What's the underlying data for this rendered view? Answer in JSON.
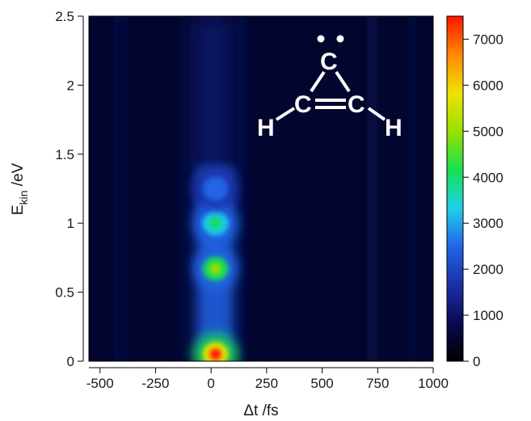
{
  "chart_data": [
    {
      "type": "heatmap",
      "title": "",
      "xlabel": "Δt /fs",
      "ylabel": {
        "main": "E",
        "sub": "kin",
        "rest": " /eV"
      },
      "xlim": [
        -550,
        1000
      ],
      "ylim": [
        0,
        2.5
      ],
      "x_ticks": [
        -500,
        -250,
        0,
        250,
        500,
        750,
        1000
      ],
      "x_tick_labels": [
        "-500",
        "-250",
        "0",
        "250",
        "500",
        "750",
        "1000"
      ],
      "y_ticks": [
        0,
        0.5,
        1,
        1.5,
        2,
        2.5
      ],
      "y_tick_labels": [
        "0",
        "0.5",
        "1",
        "1.5",
        "2",
        "2.5"
      ],
      "colorbar": {
        "range": [
          0,
          7500
        ],
        "ticks": [
          0,
          1000,
          2000,
          3000,
          4000,
          5000,
          6000,
          7000
        ],
        "tick_labels": [
          "0",
          "1000",
          "2000",
          "3000",
          "4000",
          "5000",
          "6000",
          "7000"
        ],
        "colormap": [
          "#000000",
          "#0a0a50",
          "#1b2fa8",
          "#2166e8",
          "#1fd0e8",
          "#18e050",
          "#9ae000",
          "#f0e000",
          "#ff8800",
          "#ff1500"
        ]
      },
      "background_color": "#02062e",
      "peaks": [
        {
          "delay_fs": 20,
          "energy_eV": 0.05,
          "intensity": 7400
        },
        {
          "delay_fs": 20,
          "energy_eV": 0.67,
          "intensity": 4900
        },
        {
          "delay_fs": 20,
          "energy_eV": 1.0,
          "intensity": 3900
        },
        {
          "delay_fs": 20,
          "energy_eV": 1.25,
          "intensity": 2900
        }
      ],
      "trace_band": {
        "delay_fs": 20,
        "energy_range_eV": [
          0,
          1.4
        ],
        "intensity": 2600
      }
    }
  ],
  "molecule": {
    "top_atom": "C",
    "left_atom": "C",
    "right_atom": "C",
    "left_h": "H",
    "right_h": "H"
  }
}
